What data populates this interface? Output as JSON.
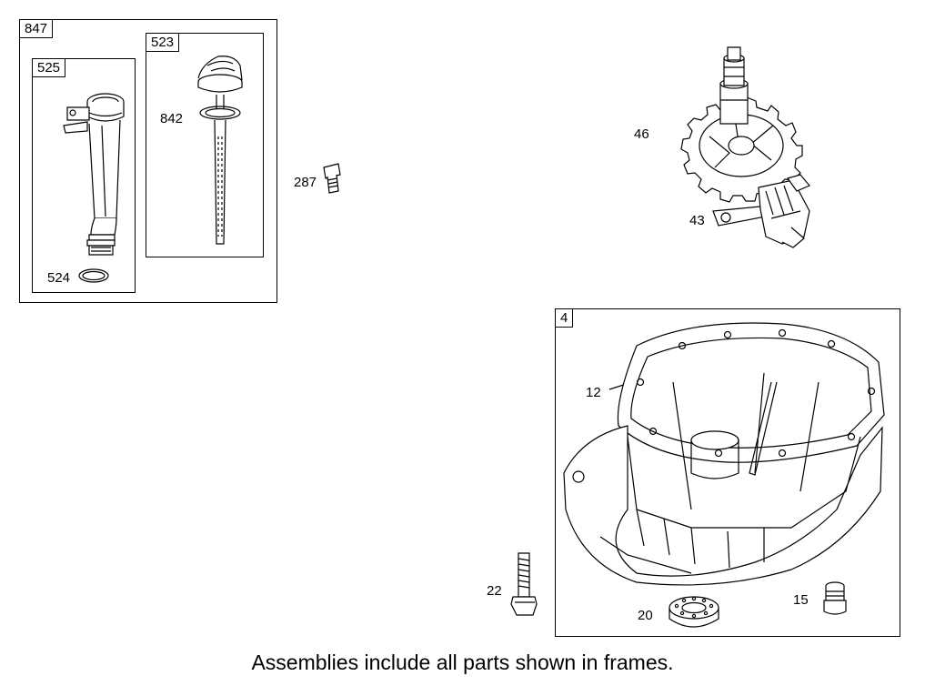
{
  "frames": {
    "f847": "847",
    "f525": "525",
    "f523": "523",
    "f4": "4"
  },
  "callouts": {
    "c524": "524",
    "c842": "842",
    "c287": "287",
    "c46": "46",
    "c43": "43",
    "c12": "12",
    "c22": "22",
    "c20": "20",
    "c15": "15"
  },
  "footer": "Assemblies include all parts shown in frames."
}
